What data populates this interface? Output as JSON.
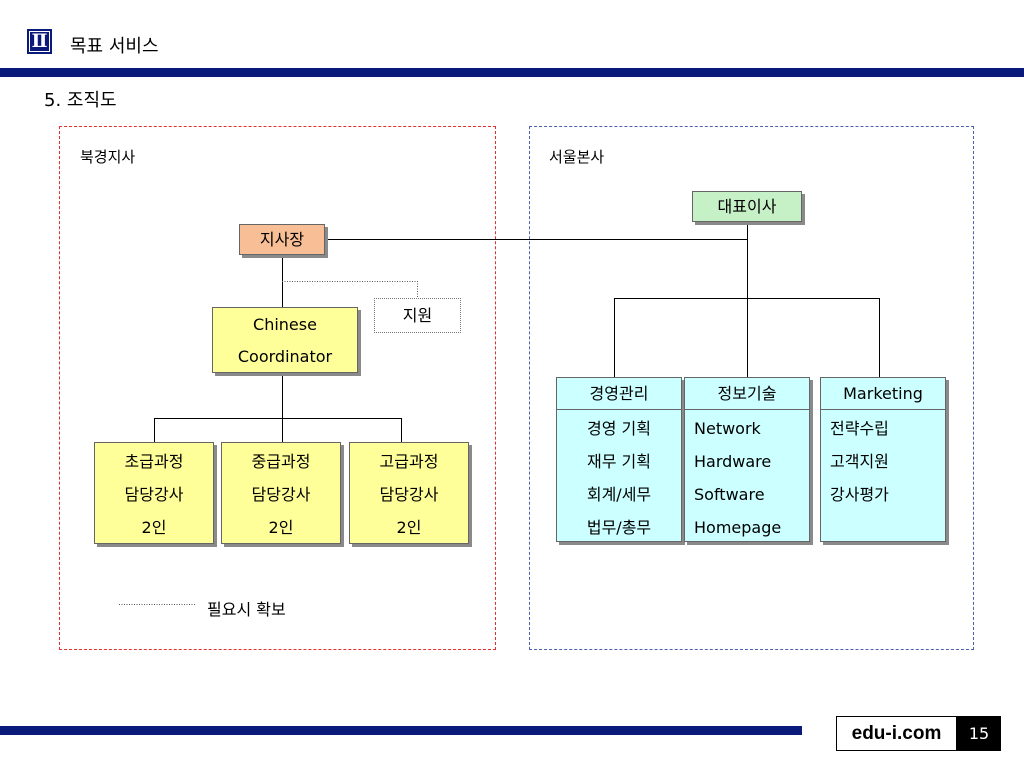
{
  "header": {
    "chapter_numeral": "Ⅱ",
    "chapter_title": "목표 서비스",
    "section_title": "5. 조직도"
  },
  "left_zone": {
    "label": "북경지사",
    "branch_manager": "지사장",
    "support": "지원",
    "coordinator": [
      "Chinese",
      "Coordinator"
    ],
    "lecturers": [
      [
        "초급과정",
        "담당강사",
        "2인"
      ],
      [
        "중급과정",
        "담당강사",
        "2인"
      ],
      [
        "고급과정",
        "담당강사",
        "2인"
      ]
    ],
    "legend_text": "필요시 확보"
  },
  "right_zone": {
    "label": "서울본사",
    "ceo": "대표이사",
    "departments": [
      {
        "title": "경영관리",
        "items": [
          "경영 기획",
          "재무 기획",
          "회계/세무",
          "법무/총무"
        ]
      },
      {
        "title": "정보기술",
        "items": [
          "Network",
          "Hardware",
          "Software",
          "Homepage"
        ]
      },
      {
        "title": "Marketing",
        "items": [
          "전략수립",
          "고객지원",
          "강사평가"
        ]
      }
    ]
  },
  "footer": {
    "brand": "edu-i.com",
    "page_number": "15"
  },
  "colors": {
    "navy_rule": "#0a1a7a",
    "branch_box": "#f8bf96",
    "ceo_box": "#c6f0c6",
    "yellow_box": "#ffff99",
    "dept_box": "#ccffff",
    "left_zone_border": "#e03030",
    "right_zone_border": "#5060b0"
  }
}
